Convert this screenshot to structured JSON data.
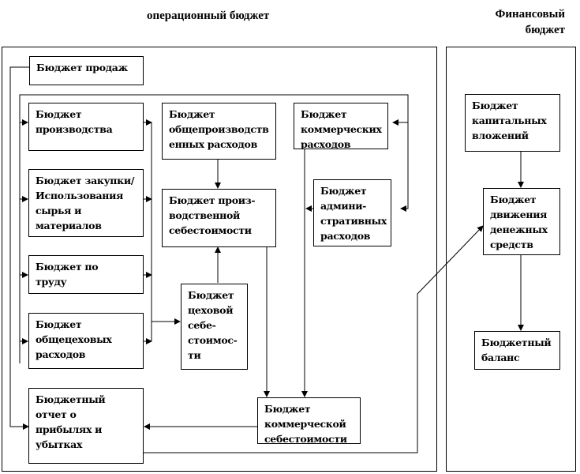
{
  "titles": {
    "operational": "операционный  бюджет",
    "financial": "Финансовый\nбюджет"
  },
  "boxes": {
    "sales": "Бюджет  продаж",
    "production": "Бюджет\nпроизводства",
    "purchases": "Бюджет  закупки/\nИспользования\nсырья  и\nматериалов",
    "labor": "Бюджет  по\nтруду",
    "workshop_overhead": "Бюджет\nобщецеховых\nрасходов",
    "general_production": "Бюджет\nобщепроизводств\nенных расходов",
    "production_cost": "Бюджет  произ-\nводственной\nсебестоимости",
    "workshop_cost": "Бюджет\nцеховой\nсебе-\nстоимос-\nти",
    "commercial_expenses": "Бюджет\nкоммерческих\nрасходов",
    "admin_expenses": "Бюджет\nадмини-\nстративных\nрасходов",
    "commercial_cost": "Бюджет\nкоммерческой\nсебестоимости",
    "pnl": "Бюджетный\nотчет  о\nприбылях  и\nубытках",
    "capital": "Бюджет\nкапитальных\nвложений",
    "cash_flow": "Бюджет\nдвижения\nденежных\nсредств",
    "balance": "Бюджетный\nбаланс"
  }
}
